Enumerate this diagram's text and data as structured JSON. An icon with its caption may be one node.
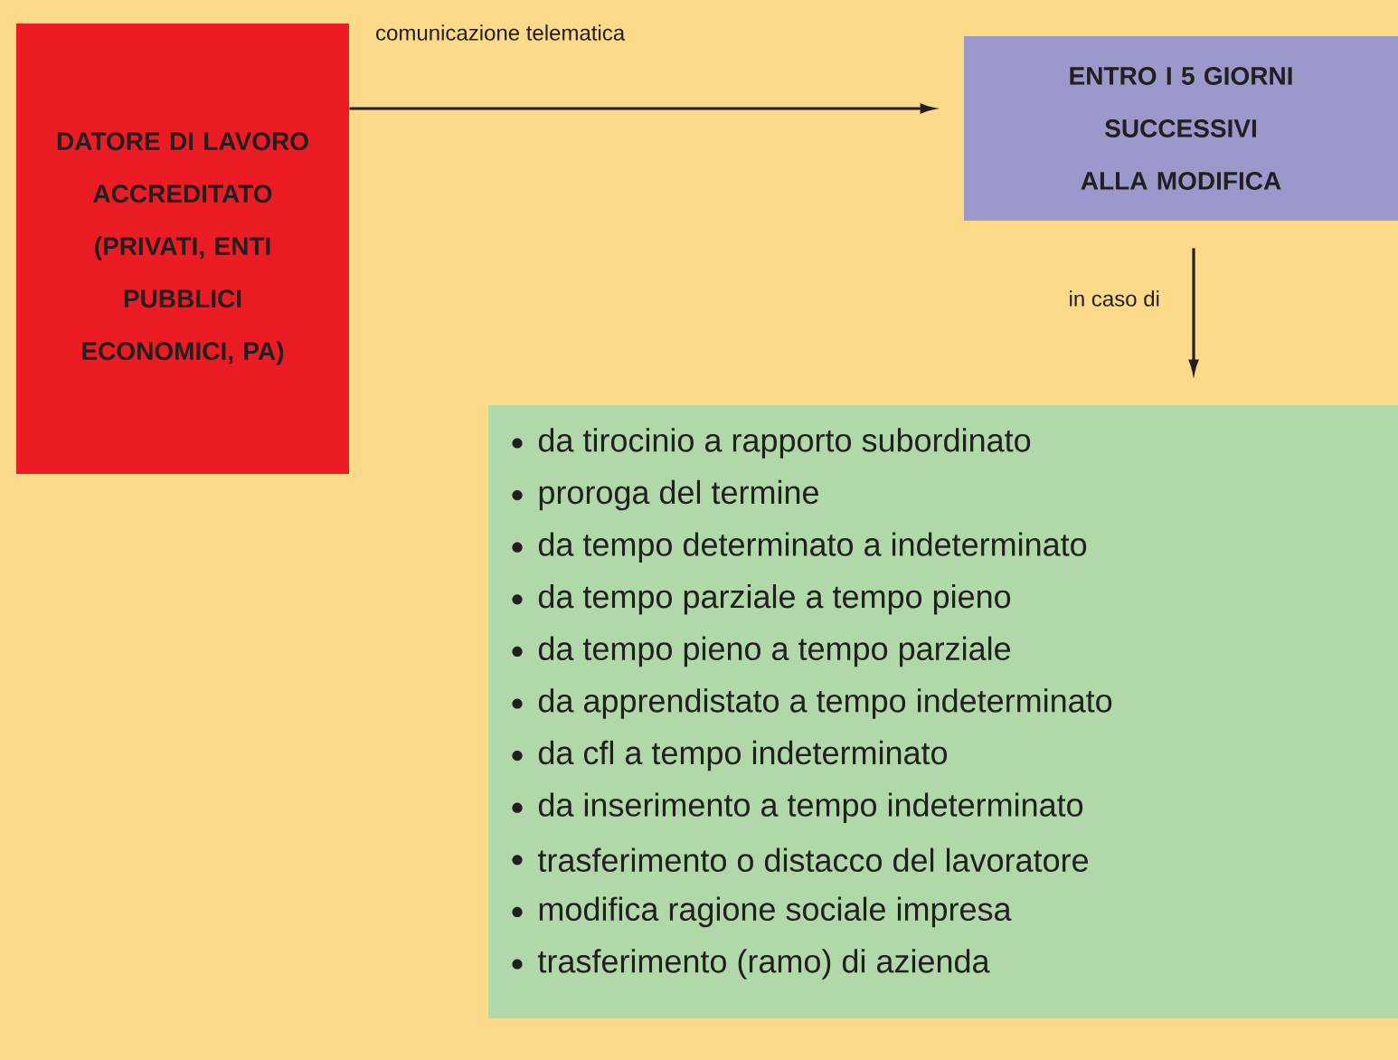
{
  "diagram": {
    "nodes": [
      {
        "text": [
          "DATORE DI LAVORO ACCREDITATO (PRIVATI, ENTI PUBBLICI ECONOMICI, PA)"
        ]
      },
      {
        "text": [
          "ENTRO I 5 GIORNI SUCCESSIVI ALLA MODIFICA"
        ]
      },
      {
        "text": [
          "da tirocinio a rapporto subordinato",
          "proroga del termine",
          "da tempo determinato a indeterminato",
          "da tempo parziale a tempo pieno",
          "da tempo pieno a tempo parziale",
          "da apprendistato a tempo indeterminato",
          "da cfl a tempo indeterminato",
          "da inserimento a tempo indeterminato",
          "trasferimento o distacco del lavoratore",
          "modifica ragione sociale impresa",
          "trasferimento (ramo) di azienda"
        ]
      }
    ],
    "edges": [
      {
        "from": 0,
        "to": 1,
        "arrow": "to",
        "label": "comunicazione telematica"
      },
      {
        "from": 1,
        "to": 2,
        "arrow": "to",
        "label": "in caso di"
      }
    ]
  }
}
